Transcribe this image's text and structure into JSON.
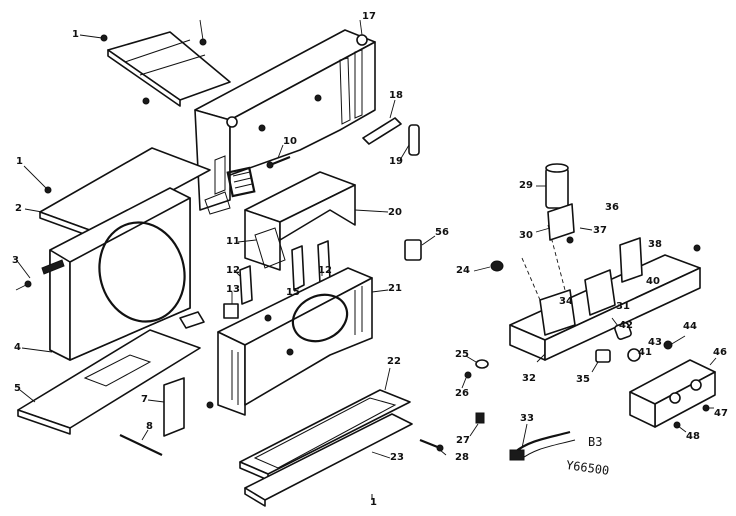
{
  "callouts": [
    "1",
    "2",
    "3",
    "4",
    "5",
    "7",
    "8",
    "10",
    "11",
    "12",
    "13",
    "15",
    "17",
    "18",
    "19",
    "20",
    "21",
    "22",
    "23",
    "24",
    "25",
    "26",
    "27",
    "28",
    "29",
    "30",
    "31",
    "32",
    "33",
    "34",
    "35",
    "36",
    "37",
    "38",
    "40",
    "41",
    "42",
    "43",
    "44",
    "46",
    "47",
    "48",
    "56"
  ],
  "stamp": {
    "code": "B3",
    "number": "Y66500"
  }
}
